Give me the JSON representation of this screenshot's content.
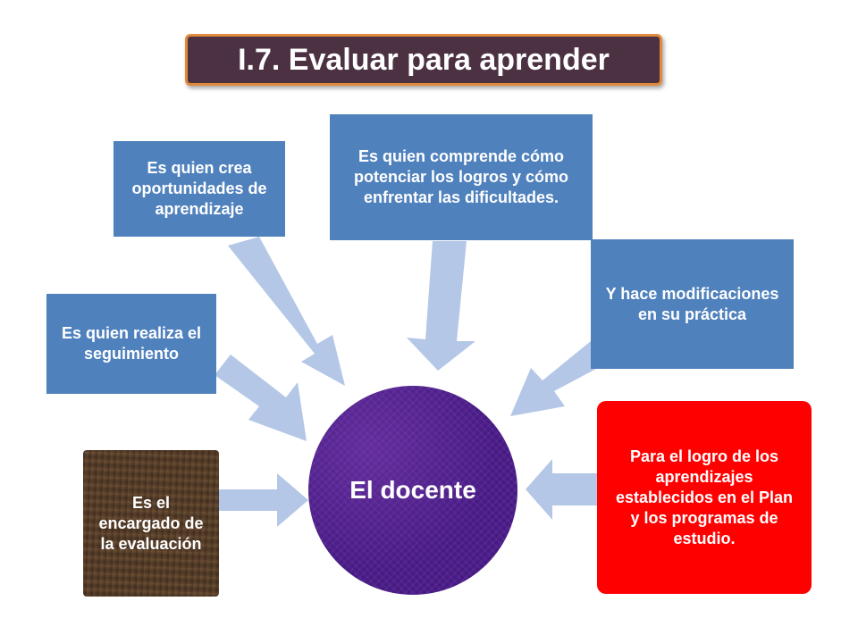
{
  "title": "I.7. Evaluar para aprender",
  "center": {
    "label": "El docente"
  },
  "boxes": {
    "encargado": "Es el encargado de la evaluación",
    "seguimiento": "Es quien realiza el seguimiento",
    "oportunidades": "Es quien  crea oportunidades de aprendizaje",
    "comprende": "Es quien comprende cómo potenciar los logros y cómo enfrentar las dificultades.",
    "modificaciones": "Y hace modificaciones en su práctica",
    "logro": "Para el logro de  los aprendizajes establecidos en el Plan y los programas de estudio."
  },
  "colors": {
    "box_blue": "#4f81bd",
    "arrow": "#b4c7e7",
    "title_bg": "#4b3142",
    "title_border": "#e08a3c",
    "center_fill": "#4b1f8a",
    "logro_box": "#ff0000",
    "wood_box": "#5b4330"
  }
}
